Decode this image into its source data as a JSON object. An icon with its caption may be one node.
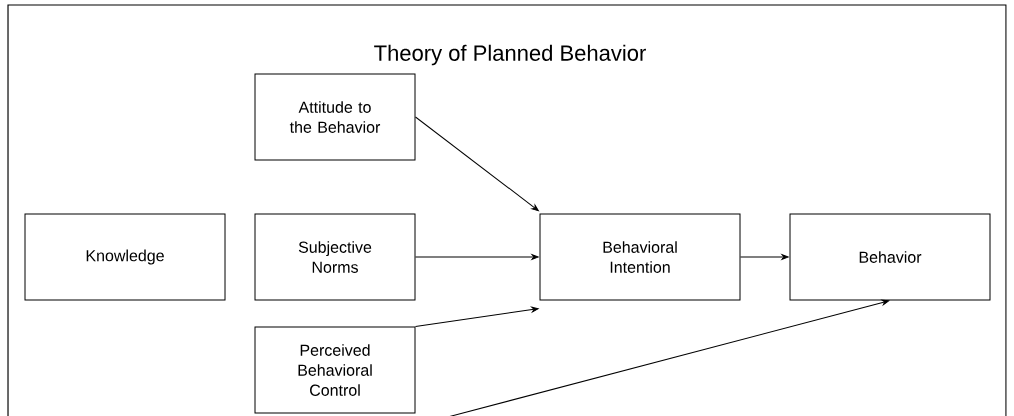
{
  "diagram": {
    "title": "Theory of Planned Behavior",
    "nodes": [
      {
        "text": [
          "Knowledge"
        ]
      },
      {
        "text": [
          "Attitude to the Behavior"
        ]
      },
      {
        "text": [
          "Subjective Norms"
        ]
      },
      {
        "text": [
          "Perceived Behavioral Control"
        ]
      },
      {
        "text": [
          "Behavioral Intention"
        ]
      },
      {
        "text": [
          "Behavior"
        ]
      }
    ],
    "edges": [
      {
        "from": 1,
        "to": 4,
        "arrow": "to"
      },
      {
        "from": 2,
        "to": 4,
        "arrow": "to"
      },
      {
        "from": 3,
        "to": 4,
        "arrow": "to"
      },
      {
        "from": 4,
        "to": 5,
        "arrow": "to"
      },
      {
        "from": 3,
        "to": 5,
        "arrow": "to"
      }
    ]
  }
}
